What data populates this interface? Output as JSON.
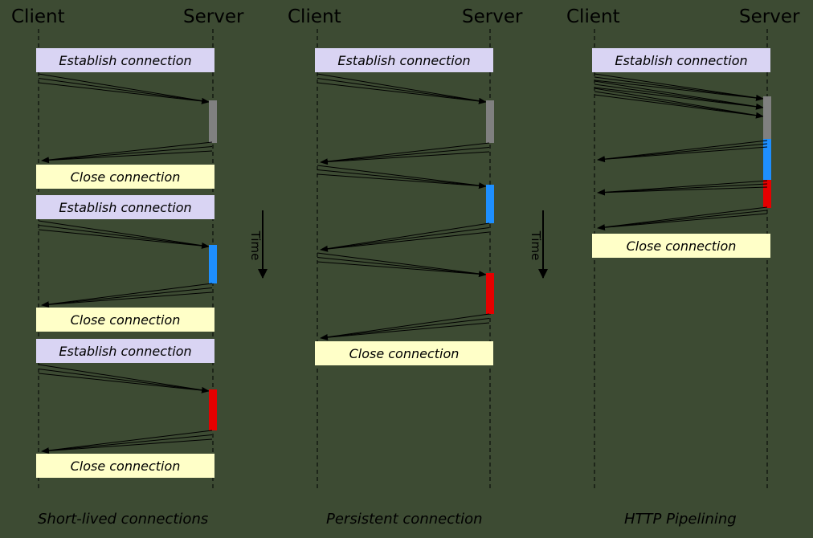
{
  "labels": {
    "client": "Client",
    "server": "Server",
    "establish": "Establish connection",
    "close": "Close connection",
    "time": "Time"
  },
  "captions": {
    "short_lived": "Short-lived connections",
    "persistent": "Persistent connection",
    "pipelining": "HTTP Pipelining"
  },
  "colors": {
    "background": "#3d4b33",
    "establish_box": "#d9d4f3",
    "close_box": "#ffffc8",
    "processing_gray": "#808080",
    "processing_blue": "#1e8fff",
    "processing_red": "#e60000",
    "line": "#000000",
    "text": "#000000"
  }
}
